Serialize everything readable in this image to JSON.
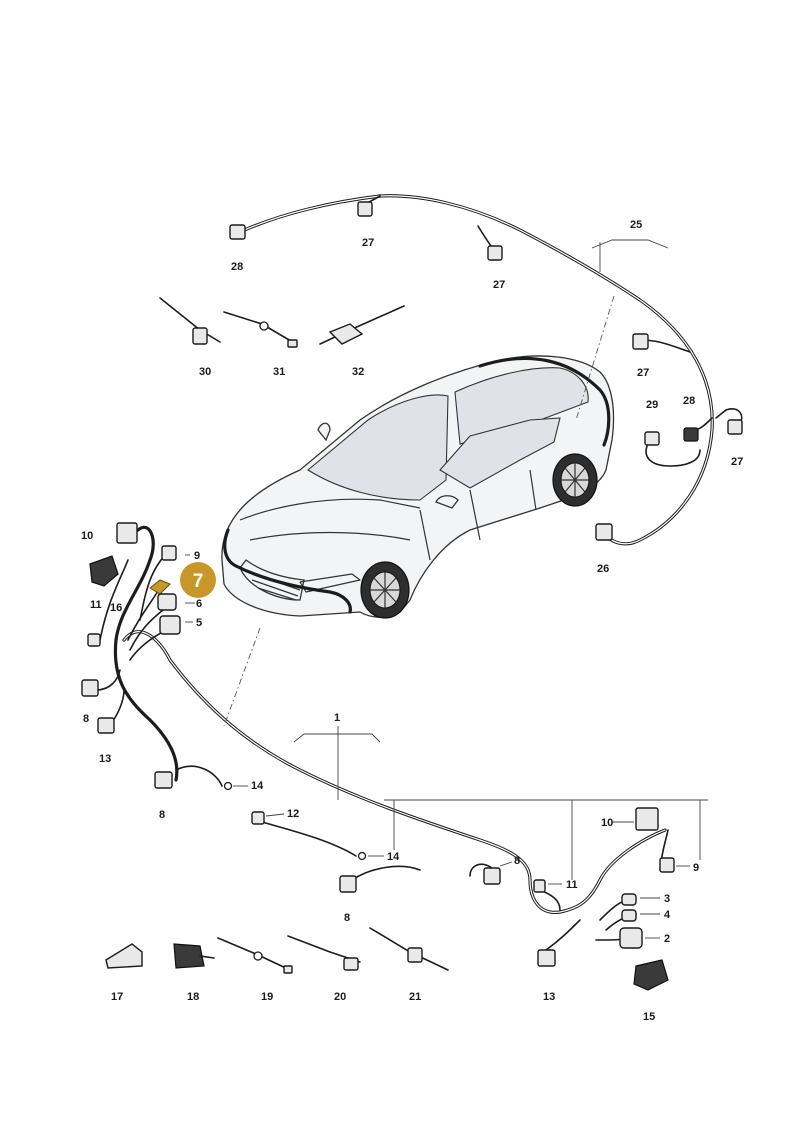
{
  "badge": {
    "label": "7",
    "color": "#c9962a"
  },
  "labels": {
    "l1": "1",
    "l2": "2",
    "l3": "3",
    "l4": "4",
    "l5": "5",
    "l6": "6",
    "l8a": "8",
    "l8b": "8",
    "l8c": "8",
    "l8d": "8",
    "l9a": "9",
    "l9b": "9",
    "l10a": "10",
    "l10b": "10",
    "l11a": "11",
    "l11b": "11",
    "l12": "12",
    "l13a": "13",
    "l13b": "13",
    "l14a": "14",
    "l14b": "14",
    "l15": "15",
    "l16": "16",
    "l17": "17",
    "l18": "18",
    "l19": "19",
    "l20": "20",
    "l21": "21",
    "l25": "25",
    "l26": "26",
    "l27a": "27",
    "l27b": "27",
    "l27c": "27",
    "l27d": "27",
    "l28a": "28",
    "l28b": "28",
    "l29": "29",
    "l30": "30",
    "l31": "31",
    "l32": "32"
  }
}
